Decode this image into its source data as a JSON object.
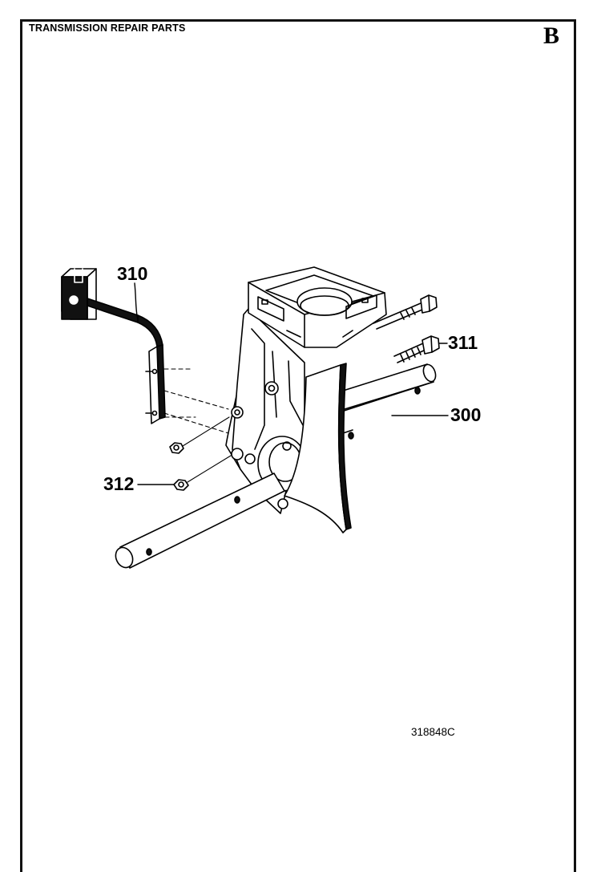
{
  "header": {
    "title": "TRANSMISSION REPAIR PARTS",
    "section_letter": "B"
  },
  "callouts": {
    "part_310": "310",
    "part_311": "311",
    "part_300": "300",
    "part_312": "312"
  },
  "drawing_code": "318848C"
}
